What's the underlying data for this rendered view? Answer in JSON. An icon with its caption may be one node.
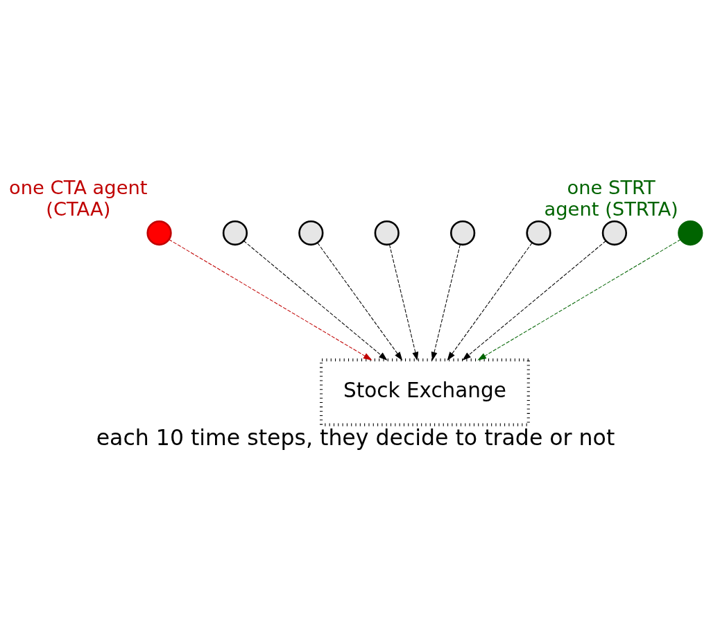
{
  "diagram": {
    "caption": "each 10 time steps, they decide to trade or not",
    "nodes": [
      {
        "text": [
          "Stock Exchange"
        ]
      },
      {
        "text": [],
        "shape": "circle"
      },
      {
        "text": [],
        "shape": "circle"
      },
      {
        "text": [],
        "shape": "circle"
      },
      {
        "text": [],
        "shape": "circle"
      },
      {
        "text": [],
        "shape": "circle"
      },
      {
        "text": [],
        "shape": "circle"
      },
      {
        "text": [],
        "shape": "circle",
        "beside": [
          "one CTA agent (CTAA)"
        ]
      },
      {
        "text": [],
        "shape": "circle",
        "beside": [
          "one STRT agent (STRTA)"
        ]
      }
    ],
    "edges": [
      {
        "from": 1,
        "to": 0,
        "arrow": "to",
        "style": "dashed"
      },
      {
        "from": 2,
        "to": 0,
        "arrow": "to",
        "style": "dashed"
      },
      {
        "from": 3,
        "to": 0,
        "arrow": "to",
        "style": "dashed"
      },
      {
        "from": 4,
        "to": 0,
        "arrow": "to",
        "style": "dashed"
      },
      {
        "from": 5,
        "to": 0,
        "arrow": "to",
        "style": "dashed"
      },
      {
        "from": 6,
        "to": 0,
        "arrow": "to",
        "style": "dashed"
      },
      {
        "from": 7,
        "to": 0,
        "arrow": "to",
        "style": "dashed",
        "color": "#c00000"
      },
      {
        "from": 8,
        "to": 0,
        "arrow": "to",
        "style": "dashed",
        "color": "#006400"
      }
    ]
  }
}
